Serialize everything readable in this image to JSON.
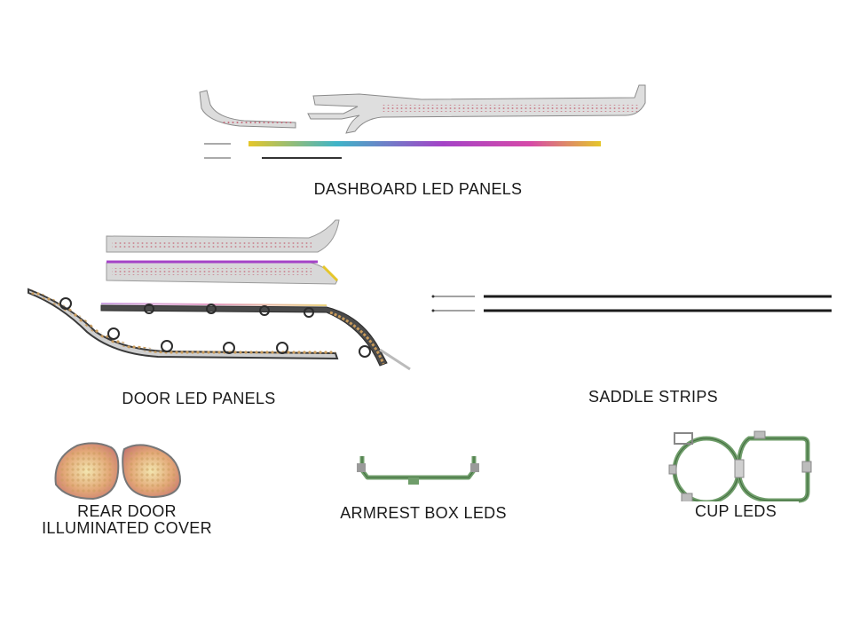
{
  "labels": {
    "dashboard": "DASHBOARD LED PANELS",
    "door": "DOOR LED PANELS",
    "saddle": "SADDLE STRIPS",
    "rear_line1": "REAR DOOR",
    "rear_line2": "ILLUMINATED COVER",
    "armrest": "ARMREST BOX LEDS",
    "cup": "CUP LEDS"
  },
  "colors": {
    "rgb_gradient": [
      "#e5c62a",
      "#3fb4c8",
      "#a443c7",
      "#d64aa8"
    ],
    "panel_silver": "#d9d9d9",
    "pcb_green": "#6f9d6a",
    "strip_black": "#1b1b1b",
    "frame_dark": "#3a3a3a",
    "led_warm": "#c89a5a"
  }
}
